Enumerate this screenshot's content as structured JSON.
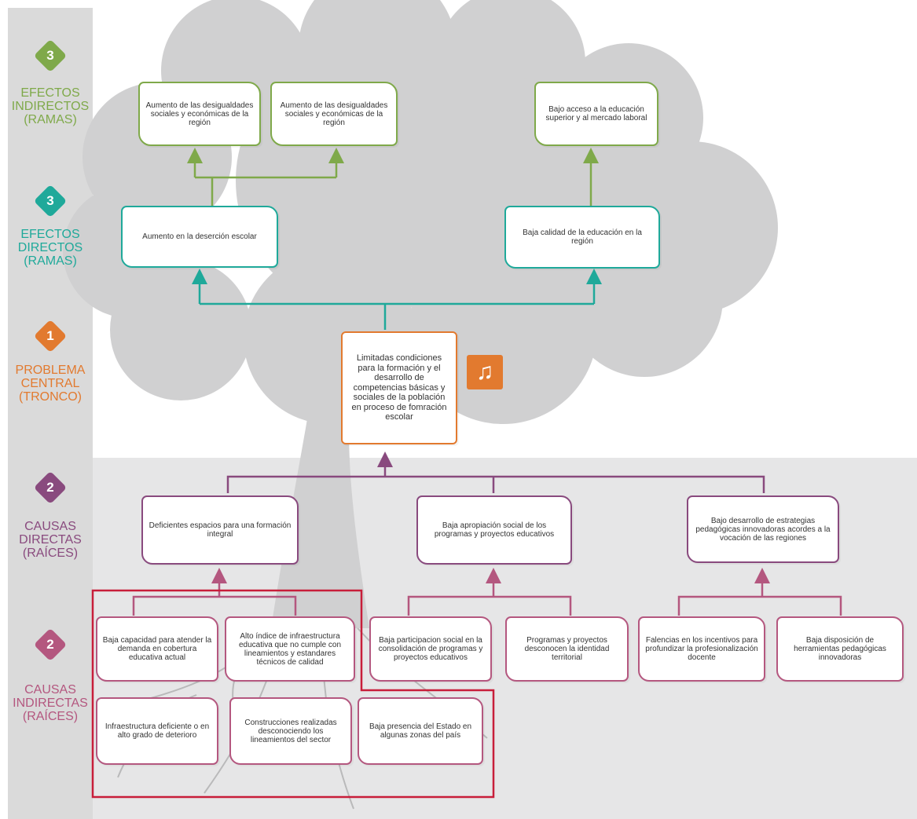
{
  "colors": {
    "green": "#7fa94a",
    "teal": "#1fa99a",
    "orange": "#e27a2f",
    "purple": "#894a7e",
    "pink": "#b4577f",
    "red": "#c81e3a"
  },
  "levels": [
    {
      "num": "3",
      "label": "EFECTOS INDIRECTOS (RAMAS)",
      "color": "#7fa94a"
    },
    {
      "num": "3",
      "label": "EFECTOS DIRECTOS (RAMAS)",
      "color": "#1fa99a"
    },
    {
      "num": "1",
      "label": "PROBLEMA CENTRAL (TRONCO)",
      "color": "#e27a2f"
    },
    {
      "num": "2",
      "label": "CAUSAS DIRECTAS (RAÍCES)",
      "color": "#894a7e"
    },
    {
      "num": "2",
      "label": "CAUSAS INDIRECTAS (RAÍCES)",
      "color": "#b4577f"
    }
  ],
  "indirect_effects": [
    "Aumento de las desigualdades sociales y económicas de la región",
    "Aumento de las desigualdades sociales y económicas de la región",
    "Bajo acceso a la educación superior y al mercado laboral"
  ],
  "direct_effects": [
    "Aumento en la deserción escolar",
    "Baja calidad de la educación en la región"
  ],
  "central_problem": "Limitadas condiciones para la formación y el desarrollo de competencias básicas y sociales de la población en proceso de fomración escolar",
  "music_icon": "music-note-icon",
  "direct_causes": [
    "Deficientes espacios para una formación integral",
    "Baja apropiación social de los programas y proyectos educativos",
    "Bajo desarrollo de estrategias pedagógicas innovadoras acordes a la vocación de las regiones"
  ],
  "indirect_causes": [
    "Baja capacidad para atender la demanda en cobertura educativa actual",
    "Alto índice de infraestructura educativa que no cumple con lineamientos y estandares técnicos de calidad",
    "Baja participacion social en la consolidación de programas y proyectos educativos",
    "Programas y proyectos desconocen la identidad territorial",
    "Falencias en los incentivos para profundizar la profesionalización docente",
    "Baja disposición de herramientas pedagógicas innovadoras",
    "Infraestructura deficiente o en alto grado de deterioro",
    "Construcciones realizadas desconociendo los lineamientos del sector",
    "Baja presencia del Estado en algunas zonas del país"
  ]
}
